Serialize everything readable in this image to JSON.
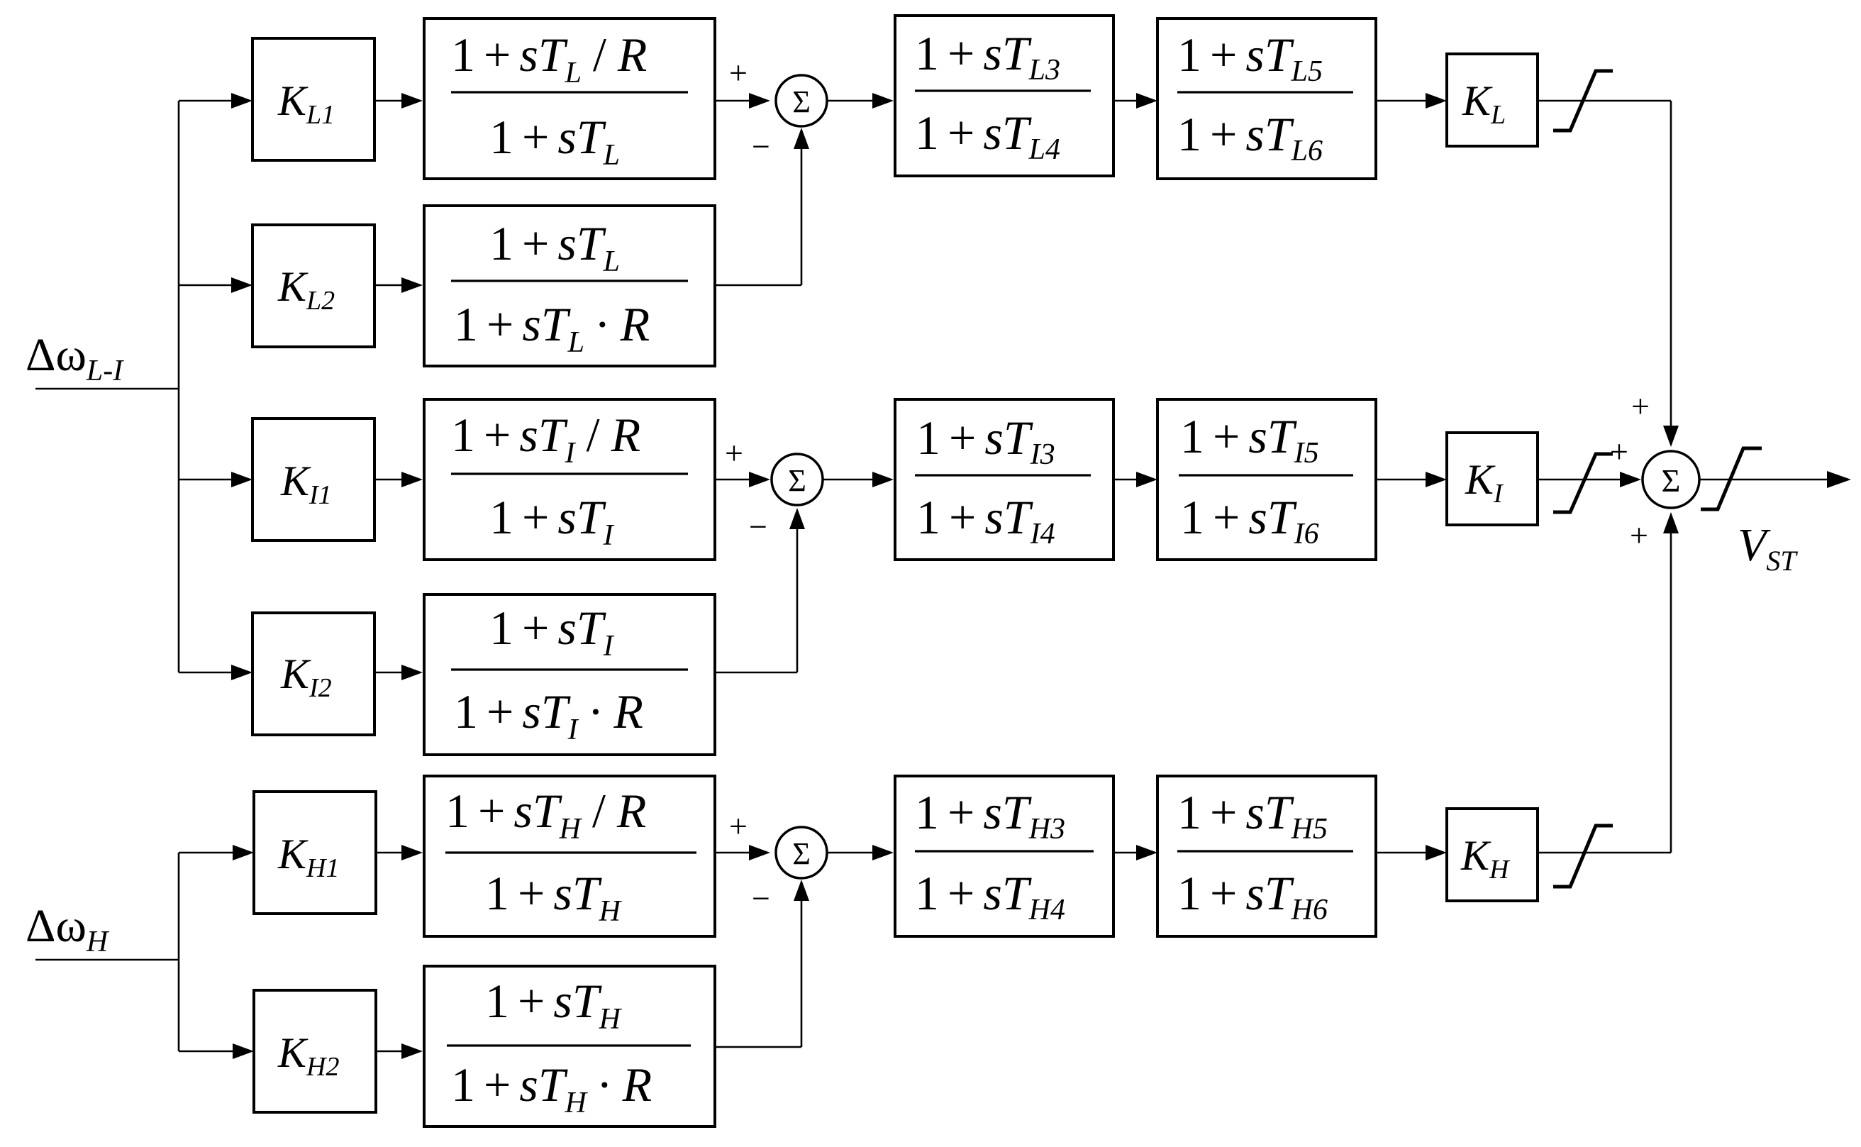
{
  "inputs": {
    "lf_signal": {
      "symbol": "Δω",
      "sub": "L-I"
    },
    "hf_signal": {
      "symbol": "Δω",
      "sub": "H"
    }
  },
  "output": {
    "symbol": "V",
    "sub": "ST"
  },
  "sum_symbol": "Σ",
  "signs": {
    "plus": "+",
    "minus": "−"
  },
  "common": {
    "one": "1",
    "op_plus": "+",
    "s": "s",
    "T": "T",
    "R": "R",
    "slash": "/",
    "dot": "·"
  },
  "gains": {
    "l1": {
      "base": "K",
      "sub": "L1"
    },
    "l2": {
      "base": "K",
      "sub": "L2"
    },
    "i1": {
      "base": "K",
      "sub": "I1"
    },
    "i2": {
      "base": "K",
      "sub": "I2"
    },
    "h1": {
      "base": "K",
      "sub": "H1"
    },
    "h2": {
      "base": "K",
      "sub": "H2"
    },
    "l": {
      "base": "K",
      "sub": "L"
    },
    "i": {
      "base": "K",
      "sub": "I"
    },
    "h": {
      "base": "K",
      "sub": "H"
    }
  },
  "subs": {
    "L": "L",
    "I": "I",
    "H": "H",
    "L3": "L3",
    "L4": "L4",
    "L5": "L5",
    "L6": "L6",
    "I3": "I3",
    "I4": "I4",
    "I5": "I5",
    "I6": "I6",
    "H3": "H3",
    "H4": "H4",
    "H5": "H5",
    "H6": "H6"
  }
}
